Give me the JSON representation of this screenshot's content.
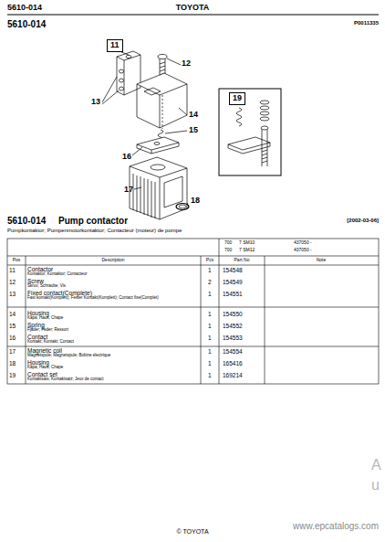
{
  "diagram": {
    "nodes": [
      {
        "text": [
          "11"
        ]
      },
      {
        "text": [
          "19"
        ]
      }
    ],
    "labels": [
      "5610-014",
      "TOYOTA",
      "5610-014",
      "P0011335",
      "12",
      "13",
      "14",
      "15",
      "16",
      "17",
      "18",
      "5610-014",
      "Pump contactor",
      "[2002-03-06]",
      "Pumpkontaktor; Pumpenmotorkontaktor; Contacteur (moteur) de pompe",
      "700",
      "7 SM10",
      "437050 -",
      "700",
      "7 SM12",
      "437050 -",
      "Pos",
      "Description",
      "Pcs",
      "Part No",
      "Note",
      "11",
      "Contactor",
      "Kontaktor; Kontaktor; Contacteur",
      "1",
      "154548",
      "12",
      "Screw",
      "Skruv; Schraube; Vis",
      "2",
      "154549",
      "13",
      "Fixed contact(Complete)",
      "Fast kontakt(Komplett); Fester Kontakt(Komplett); Contact fixe(Complet)",
      "1",
      "154551",
      "14",
      "Housing",
      "Kåpa; Haus; Chape",
      "1",
      "154550",
      "15",
      "Spring",
      "Fjäder; Feder; Ressort",
      "1",
      "154552",
      "16",
      "Contact",
      "Kontakt; Kontakt; Contact",
      "1",
      "154553",
      "17",
      "Magnetic coil",
      "Magnetspole; Magnetspule; Bobine électrique",
      "1",
      "154554",
      "18",
      "Housing",
      "Kåpa; Haus; Chape",
      "1",
      "165416",
      "19",
      "Contact set",
      "Kontaktsats; Kontaktsatz; Jeux de contact",
      "1",
      "169214",
      "© TOYOTA",
      "www.epcatalogs.com",
      "A",
      "u"
    ]
  }
}
